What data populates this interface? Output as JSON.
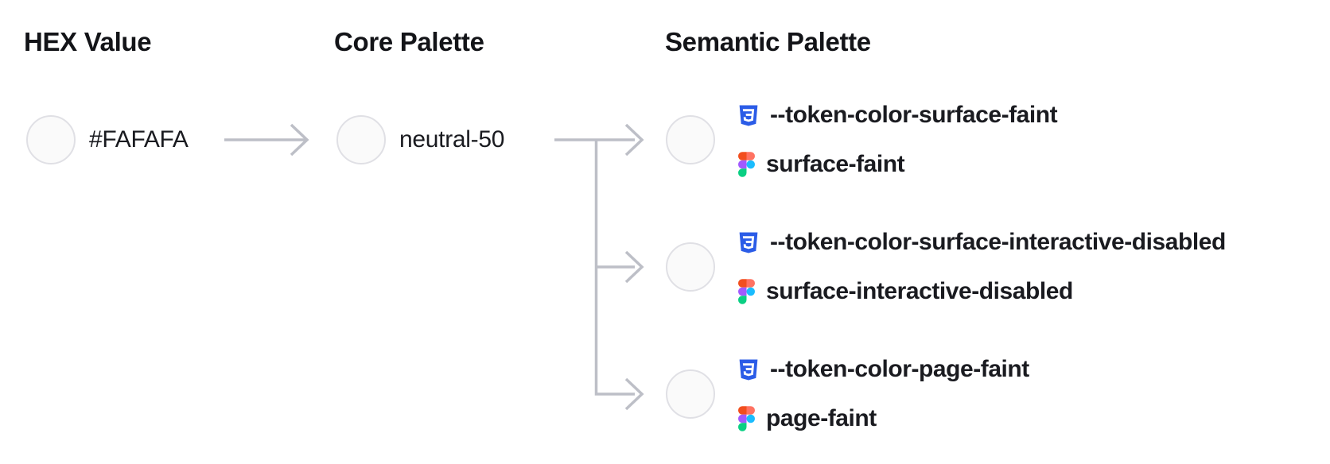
{
  "columns": [
    {
      "title": "HEX Value"
    },
    {
      "title": "Core Palette"
    },
    {
      "title": "Semantic Palette"
    }
  ],
  "hex_node": {
    "label": "#FAFAFA",
    "swatch_color": "#FAFAFA"
  },
  "core_node": {
    "label": "neutral-50",
    "swatch_color": "#FAFAFA"
  },
  "semantic_nodes": [
    {
      "css_token": "--token-color-surface-faint",
      "figma_name": "surface-faint",
      "swatch_color": "#FAFAFA"
    },
    {
      "css_token": "--token-color-surface-interactive-disabled",
      "figma_name": "surface-interactive-disabled",
      "swatch_color": "#FAFAFA"
    },
    {
      "css_token": "--token-color-page-faint",
      "figma_name": "page-faint",
      "swatch_color": "#FAFAFA"
    }
  ],
  "icons": {
    "css_icon": "css3-shield-icon",
    "figma_icon": "figma-logo-icon"
  },
  "colors": {
    "background": "#FFFFFF",
    "swatch_fill": "#FAFAFA",
    "swatch_border": "#E0E0E5",
    "connector": "#BDBFC7",
    "heading_text": "#131418",
    "body_text": "#1A1B20",
    "css_blue": "#2B5CE7",
    "figma_orange": "#F24E1E",
    "figma_salmon": "#FF7262",
    "figma_purple": "#A259FF",
    "figma_blue": "#1ABCFE",
    "figma_green": "#0ACF83"
  }
}
